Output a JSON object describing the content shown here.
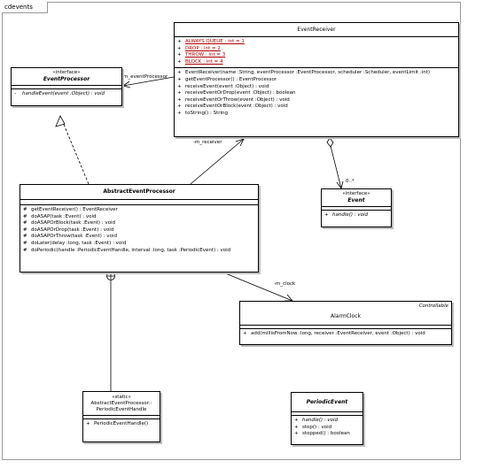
{
  "frame": {
    "tab": "cdevents"
  },
  "classes": {
    "event_receiver": {
      "name": "EventReceiver",
      "attributes": [
        "ALWAYS QUEUE : int = 1",
        "DROP : int = 2",
        "THROW : int = 3",
        "BLOCK : int = 4"
      ],
      "operations": [
        "EventReceiver(name :String, eventProcessor :EventProcessor, scheduler :Scheduler, eventLimit :int)",
        "getEventProcessor() : EventProcessor",
        "receiveEvent(event :Object) : void",
        "receiveEventOrDrop(event :Object) : boolean",
        "receiveEventOrThrow(event :Object) : void",
        "receiveEventOrBlock(event :Object) : void",
        "toString() : String"
      ]
    },
    "event_processor": {
      "stereotype": "«interface»",
      "name": "EventProcessor",
      "operations": [
        "handleEvent(event :Object) : void"
      ]
    },
    "abstract_event_processor": {
      "name": "AbstractEventProcessor",
      "operations": [
        "getEventReceiver() : EventReceiver",
        "doASAP(task :Event) : void",
        "doASAPOrBlock(task :Event) : void",
        "doASAPOrDrop(task :Event) : void",
        "doASAPOrThrow(task :Event) : void",
        "doLater(delay :long, task :Event) : void",
        "doPeriodic(handle :PeriodicEventHandle, interval :long, task :PeriodicEvent) : void"
      ]
    },
    "event": {
      "stereotype": "«interface»",
      "name": "Event",
      "operations": [
        "handle() : void"
      ]
    },
    "alarm_clock": {
      "stereotype": "Controllable",
      "name": "AlarmClock",
      "operations": [
        "add(millisFromNow :long, receiver :EventReceiver, event :Object) : void"
      ]
    },
    "periodic_event_handle": {
      "stereotype": "«static»",
      "name_lines": [
        "AbstractEventProcessor::",
        "PeriodicEventHandle"
      ],
      "operations": [
        "PeriodicEventHandle()"
      ]
    },
    "periodic_event": {
      "name": "PeriodicEvent",
      "operations": [
        "handle() : void",
        "stop() : void",
        "stopped() : boolean"
      ]
    }
  },
  "visibility": {
    "public": "+",
    "protected": "#",
    "private": "-"
  },
  "associations": {
    "m_eventProcessor": "-m_eventProcessor",
    "m_receiver": "-m_receiver",
    "m_clock": "-m_clock",
    "multiplicity_many": "0..*"
  },
  "colors": {
    "attribute_text": "#b00000",
    "line": "#000000",
    "shadow": "#bdbdbd"
  }
}
